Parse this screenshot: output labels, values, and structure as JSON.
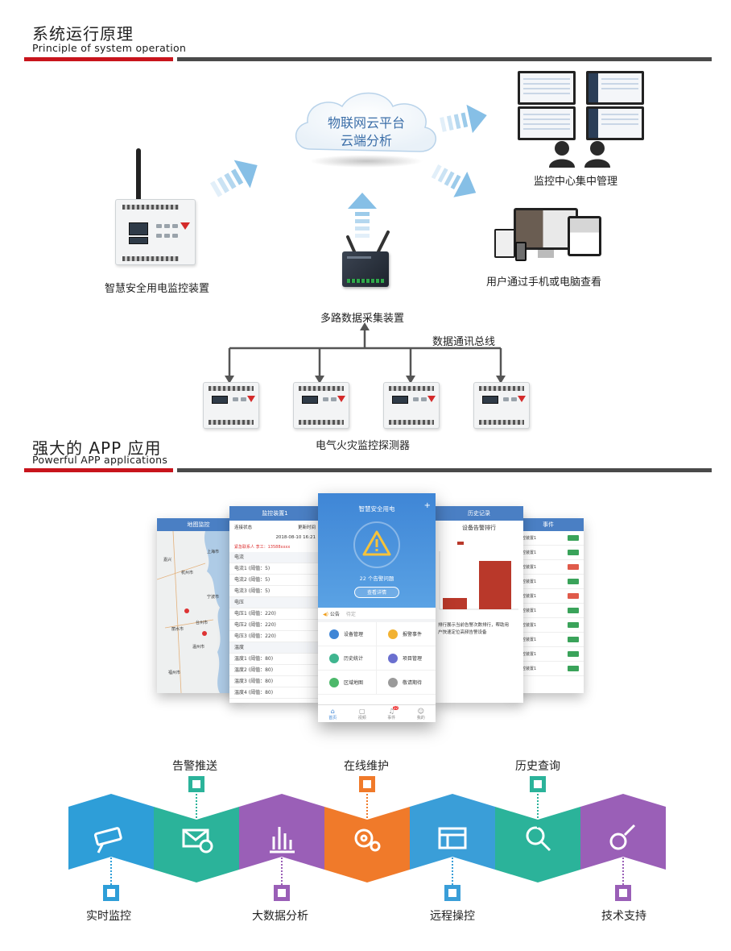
{
  "section1": {
    "title": "系统运行原理",
    "subtitle": "Principle of system operation"
  },
  "diagram": {
    "cloud_line1": "物联网云平台",
    "cloud_line2": "云端分析",
    "monitor_center": "监控中心集中管理",
    "user_view": "用户通过手机或电脑查看",
    "smart_device": "智慧安全用电监控装置",
    "collector": "多路数据采集装置",
    "bus": "数据通讯总线",
    "detector": "电气火灾监控探测器"
  },
  "section2": {
    "title": "强大的 APP 应用",
    "subtitle": "Powerful APP applications"
  },
  "app": {
    "main_title": "智慧安全用电",
    "alarm_text": "22 个告警问题",
    "detail_button": "查看详情",
    "notice_label": "公告",
    "notice_text": "待定",
    "grid": [
      {
        "label": "设备管理",
        "icon": "device-icon",
        "color": "#3f86d6"
      },
      {
        "label": "报警事件",
        "icon": "alarm-icon",
        "color": "#f2b232"
      },
      {
        "label": "历史统计",
        "icon": "stats-icon",
        "color": "#3fb58f"
      },
      {
        "label": "项目管理",
        "icon": "project-icon",
        "color": "#6a6fcf"
      },
      {
        "label": "区域地图",
        "icon": "map-icon",
        "color": "#4cb86a"
      },
      {
        "label": "敬请期待",
        "icon": "more-icon",
        "color": "#9a9a9a"
      }
    ],
    "tabs": [
      "首页",
      "视频",
      "事件",
      "我的"
    ],
    "badge": "22",
    "map_title": "地图监控",
    "map_cities": [
      "上海市",
      "杭州市",
      "嘉兴",
      "宁波市",
      "台州市",
      "温州市",
      "丽水市",
      "福州市"
    ],
    "device_title": "监控装置1",
    "device_status": "连接状态",
    "device_update": "更新时间",
    "device_time": "2018-08-10 16:21",
    "device_contact": "紧急联系人 李工：13588xxxx",
    "device_sec_current": "电流",
    "device_currents": [
      "电流1 (阈值：5)",
      "电流2 (阈值：5)",
      "电流3 (阈值：5)"
    ],
    "device_sec_voltage": "电压",
    "device_voltages": [
      "电压1 (阈值：220)",
      "电压2 (阈值：220)",
      "电压3 (阈值：220)"
    ],
    "device_sec_temp": "温度",
    "device_temps": [
      "温度1 (阈值：80)",
      "温度2 (阈值：80)",
      "温度3 (阈值：80)",
      "温度4 (阈值：80)"
    ],
    "rank_title": "历史记录",
    "rank_sub": "设备告警排行",
    "rank_text1": "排行展示当前告警次数排行，帮助用",
    "rank_text2": "户快速定位高频告警设备",
    "event_title": "事件",
    "event_rows": [
      "监控装置1",
      "监控装置1",
      "监控装置1",
      "监控装置1",
      "监控装置1",
      "监控装置1",
      "监控装置1",
      "监控装置1",
      "监控装置1",
      "监控装置1"
    ]
  },
  "features": {
    "top": [
      "告警推送",
      "在线维护",
      "历史查询"
    ],
    "bottom": [
      "实时监控",
      "大数据分析",
      "远程操控",
      "技术支持"
    ],
    "colors": [
      "#2e9ed8",
      "#2bb39a",
      "#9a5fb7",
      "#f07a2a",
      "#3a9ed8",
      "#2bb39a",
      "#9a5fb7"
    ],
    "icons": [
      "camera-icon",
      "mail-icon",
      "bar-chart-icon",
      "gears-icon",
      "dashboard-icon",
      "magnifier-icon",
      "wrench-gear-icon"
    ]
  }
}
